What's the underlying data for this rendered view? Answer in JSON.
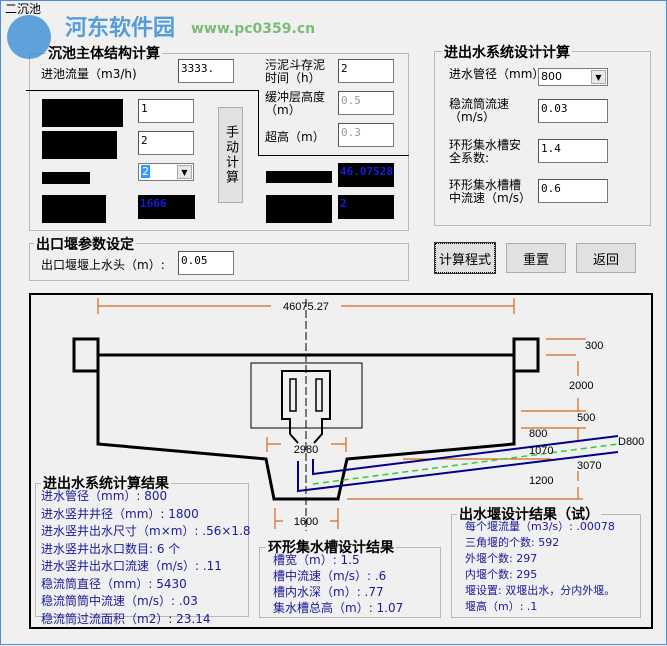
{
  "window": {
    "title": "二沉池"
  },
  "watermark": {
    "name": "河东软件园",
    "url": "www.pc0359.cn"
  },
  "main_structure": {
    "title": "沉池主体结构计算",
    "inflow_label": "进池流量（m3/h)",
    "inflow_value": "3333.",
    "field1": "1",
    "field2": "2",
    "combo_value": "2",
    "output1": "1666",
    "manual_button": "手动计算",
    "sludge_time_label": "污泥斗存泥时间（h）",
    "sludge_time_value": "2",
    "buffer_label": "缓冲层高度（m）",
    "buffer_value": "0.5",
    "freeboard_label": "超高（m）",
    "freeboard_value": "0.3",
    "output2": "46.07528",
    "output3": "2"
  },
  "inout_design": {
    "title": "进出水系统设计计算",
    "pipe_label": "进水管径（mm）",
    "pipe_value": "800",
    "stab_label": "稳流筒流速（m/s）",
    "stab_value": "0.03",
    "safety_label": "环形集水槽安全系数:",
    "safety_value": "1.4",
    "trough_vel_label": "环形集水槽槽中流速（m/s）",
    "trough_vel_value": "0.6"
  },
  "outlet_weir": {
    "title": "出口堰参数设定",
    "head_label": "出口堰堰上水头（m）:",
    "head_value": "0.05"
  },
  "buttons": {
    "calc": "计算程式",
    "reset": "重置",
    "back": "返回"
  },
  "diagram": {
    "diameter": "46075.27",
    "center": "2980",
    "bottom": "1600",
    "d300": "300",
    "d2000": "2000",
    "d500": "500",
    "d800": "800",
    "d1070": "1070",
    "pipe": "D800",
    "d3070": "3070",
    "d1200": "1200",
    "colors": {
      "dim": "#d2691e",
      "pipe": "#00008b",
      "flow": "#32cd32"
    }
  },
  "results_inout": {
    "title": "进出水系统计算结果",
    "lines": [
      "进水管径（mm）: 800",
      "进水竖井井径（mm）: 1800",
      "进水竖井出水尺寸（m×m）: .56×1.8",
      "进水竖井出水口数目: 6 个",
      "进水竖井出水口流速（m/s）: .11",
      "稳流筒直径（mm）: 5430",
      "稳流筒筒中流速（m/s）: .03",
      "稳流筒过流面积（m2）: 23.14"
    ]
  },
  "results_trough": {
    "title": "环形集水槽设计结果",
    "lines": [
      "槽宽（m）: 1.5",
      "槽中流速（m/s）: .6",
      "槽内水深（m）: .77",
      "集水槽总高（m）: 1.07"
    ]
  },
  "results_weir": {
    "title": "出水堰设计结果（试）",
    "lines": [
      "每个堰流量（m3/s）: .00078",
      "三角堰的个数: 592",
      "外堰个数: 297",
      "内堰个数: 295",
      "堰设置: 双堰出水，分内外堰。",
      "堰高（m）: .1"
    ]
  }
}
